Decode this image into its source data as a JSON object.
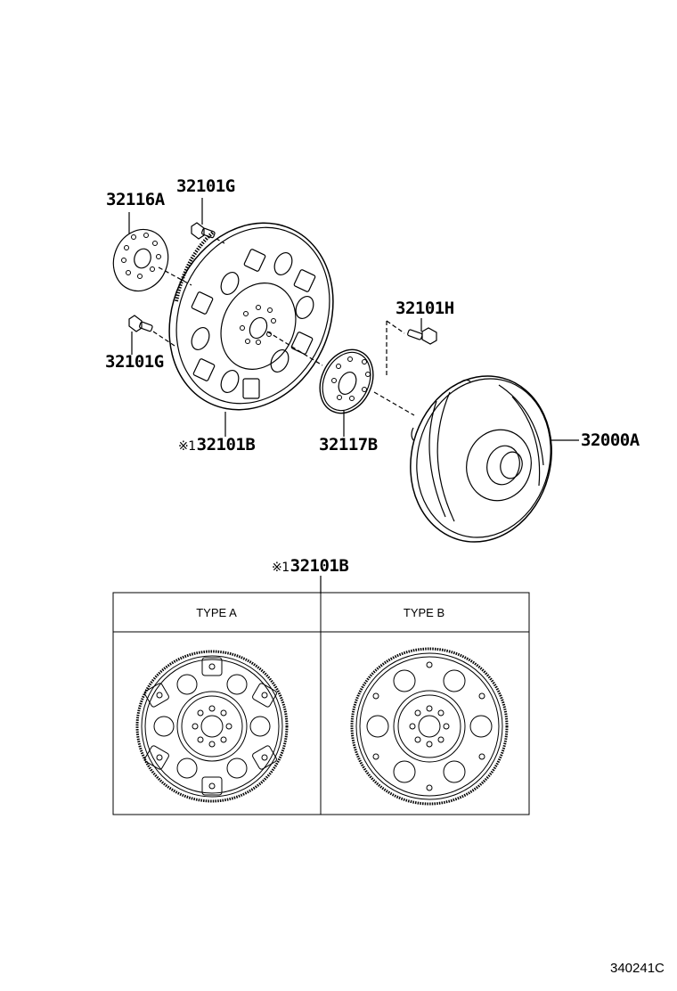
{
  "diagram": {
    "callouts": {
      "washer_front": "32116A",
      "bolt_upper": "32101G",
      "bolt_lower": "32101G",
      "drive_plate": "32101B",
      "drive_plate_mark": "※1",
      "bolt_converter": "32101H",
      "spacer": "32117B",
      "torque_converter": "32000A"
    },
    "variants": {
      "callout": "32101B",
      "callout_mark": "※1",
      "types": [
        {
          "label": "TYPE A"
        },
        {
          "label": "TYPE B"
        }
      ]
    },
    "figure_id": "340241C"
  }
}
